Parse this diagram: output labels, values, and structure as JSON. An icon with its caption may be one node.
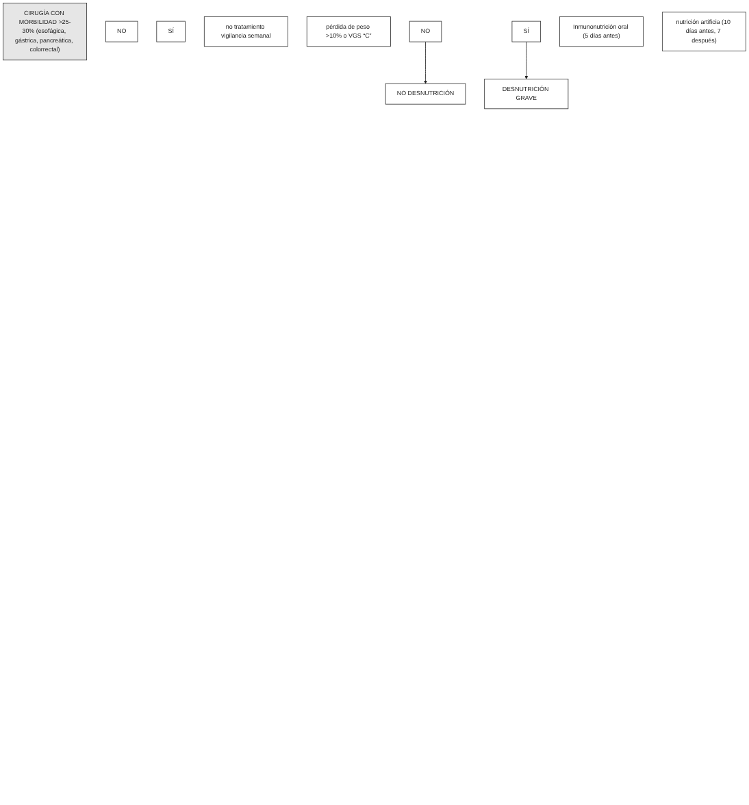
{
  "diagram": {
    "nodes": [
      {
        "text": [
          "CIRUGÍA CON MORBILIDAD >25-30% (esofágica, gástrica, pancreática, colorrectal)"
        ]
      },
      {
        "text": [
          "NO"
        ]
      },
      {
        "text": [
          "SÍ"
        ]
      },
      {
        "text": [
          "no tratamiento vigilancia semanal"
        ]
      },
      {
        "text": [
          "pérdida de peso >10% o VGS “C”"
        ]
      },
      {
        "text": [
          "NO"
        ]
      },
      {
        "text": [
          "SÍ"
        ]
      },
      {
        "text": [
          "NO DESNUTRICIÓN"
        ]
      },
      {
        "text": [
          "DESNUTRICIÓN GRAVE"
        ]
      },
      {
        "text": [
          "Inmunonutrición oral (5 días antes)"
        ]
      },
      {
        "text": [
          "nutrición artificia (10 días antes, 7 después)"
        ]
      }
    ],
    "edges": [
      {
        "from": 5,
        "to": 7,
        "arrow": "to"
      },
      {
        "from": 6,
        "to": 8,
        "arrow": "to"
      }
    ]
  }
}
